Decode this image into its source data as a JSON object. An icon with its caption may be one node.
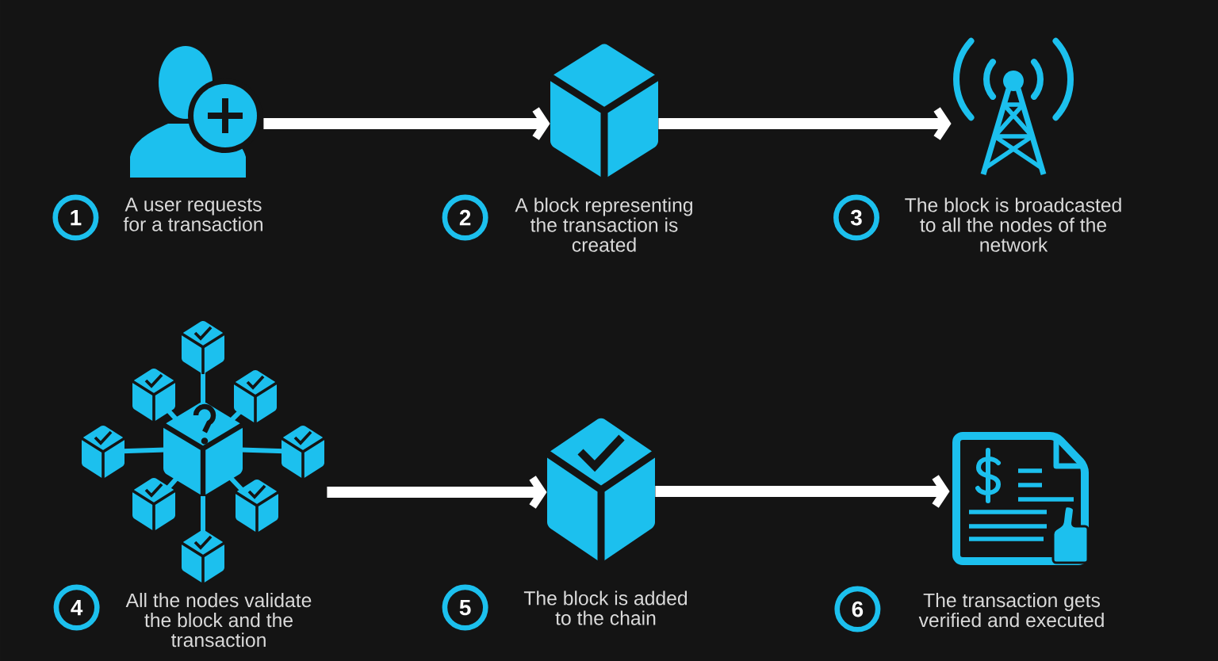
{
  "diagram": {
    "nodes": [
      {
        "text": [],
        "shape": "picture",
        "beside": [
          "A user requests for a transaction"
        ]
      },
      {
        "text": [],
        "shape": "picture",
        "beside": [
          "A block representing the transaction is created"
        ]
      },
      {
        "text": [],
        "shape": "picture",
        "beside": [
          "The block is broadcasted to all the nodes of the network"
        ]
      },
      {
        "text": [
          "1"
        ]
      },
      {
        "text": [
          "2"
        ]
      },
      {
        "text": [
          "3"
        ]
      },
      {
        "text": [],
        "shape": "picture",
        "beside": [
          "All the nodes validate the block and the transaction"
        ]
      },
      {
        "text": [],
        "shape": "picture",
        "beside": [
          "The block is added to the chain"
        ]
      },
      {
        "text": [],
        "shape": "picture",
        "beside": [
          "The transaction gets verified and executed"
        ]
      },
      {
        "text": [
          "4"
        ]
      },
      {
        "text": [
          "5"
        ]
      },
      {
        "text": [
          "6"
        ]
      }
    ],
    "edges": [
      {
        "from": 0,
        "to": 1,
        "arrow": "to"
      },
      {
        "from": 1,
        "to": 2,
        "arrow": "to"
      },
      {
        "from": 6,
        "to": 7,
        "arrow": "to"
      },
      {
        "from": 7,
        "to": 8,
        "arrow": "to"
      }
    ]
  }
}
